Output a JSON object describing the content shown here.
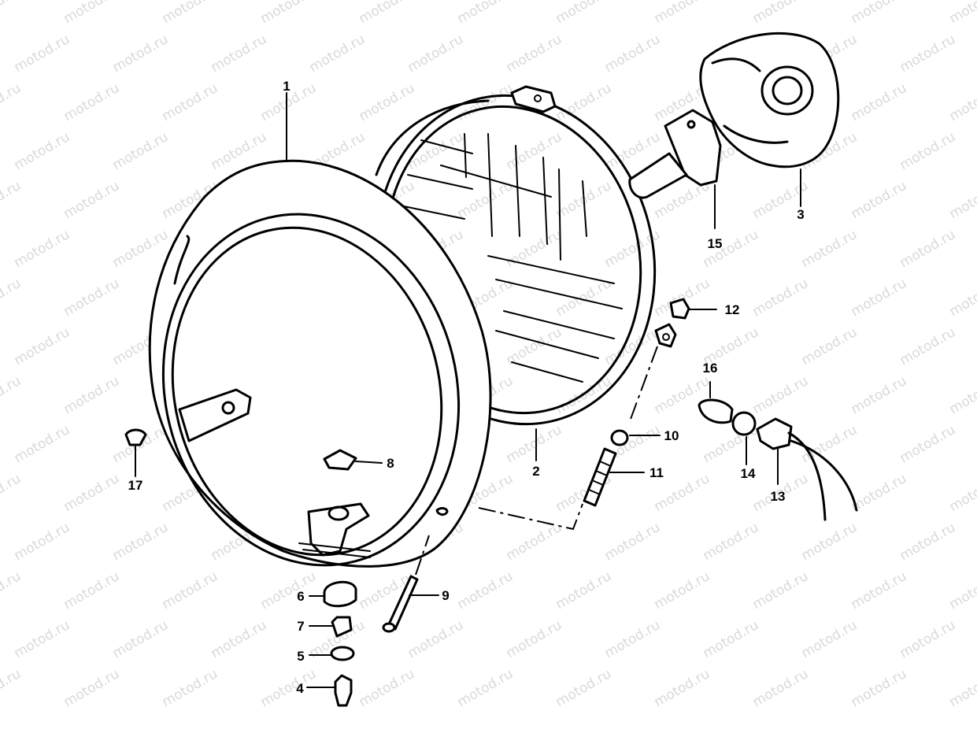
{
  "watermark": "motod.ru",
  "callouts": [
    {
      "id": "1",
      "label": "1"
    },
    {
      "id": "2",
      "label": "2"
    },
    {
      "id": "3",
      "label": "3"
    },
    {
      "id": "4",
      "label": "4"
    },
    {
      "id": "5",
      "label": "5"
    },
    {
      "id": "6",
      "label": "6"
    },
    {
      "id": "7",
      "label": "7"
    },
    {
      "id": "8",
      "label": "8"
    },
    {
      "id": "9",
      "label": "9"
    },
    {
      "id": "10",
      "label": "10"
    },
    {
      "id": "11",
      "label": "11"
    },
    {
      "id": "12",
      "label": "12"
    },
    {
      "id": "13",
      "label": "13"
    },
    {
      "id": "14",
      "label": "14"
    },
    {
      "id": "15",
      "label": "15"
    },
    {
      "id": "16",
      "label": "16"
    },
    {
      "id": "17",
      "label": "17"
    }
  ],
  "colors": {
    "line": "#000000",
    "background": "#ffffff",
    "watermark": "#d9d9d9"
  }
}
